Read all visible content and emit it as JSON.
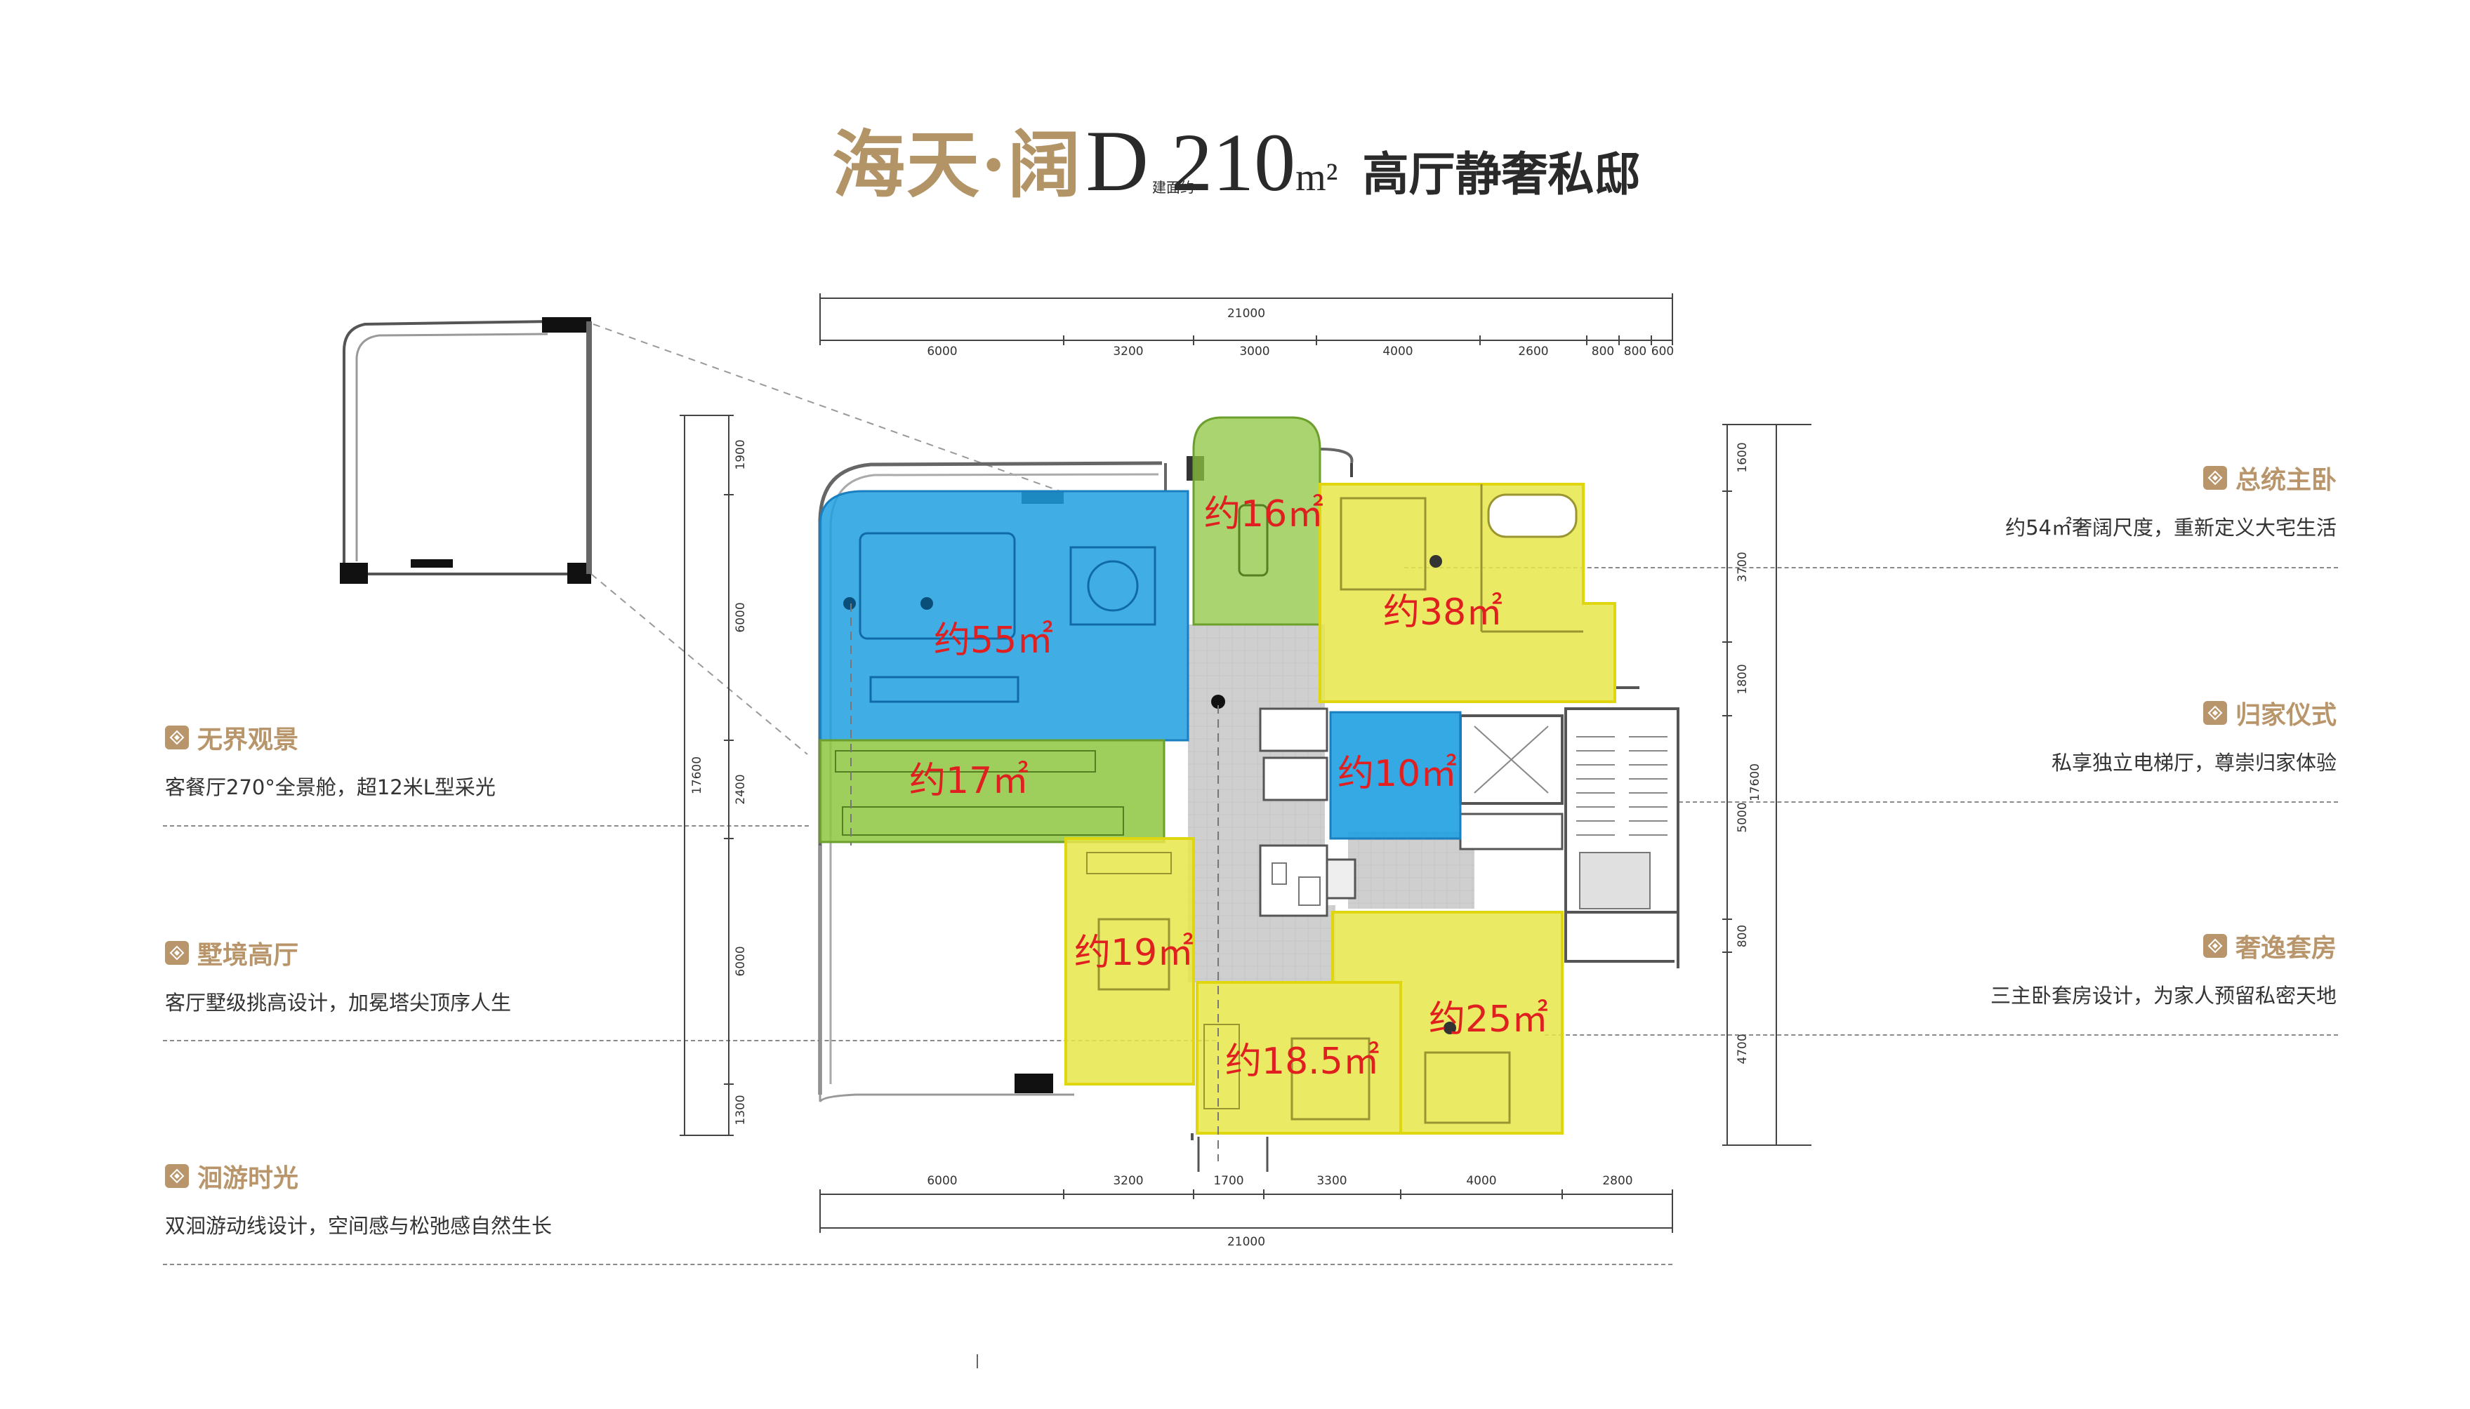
{
  "title": {
    "part1": "海天·阔",
    "part2": "D",
    "small": "建面约",
    "area_num": "210",
    "area_unit": "m²",
    "tagline": "高厅静奢私邸"
  },
  "features_left": [
    {
      "title": "无界观景",
      "desc": "客餐厅270°全景舱，超12米L型采光"
    },
    {
      "title": "墅境高厅",
      "desc": "客厅墅级挑高设计，加冕塔尖顶序人生"
    },
    {
      "title": "洄游时光",
      "desc": "双洄游动线设计，空间感与松弛感自然生长"
    }
  ],
  "features_right": [
    {
      "title": "总统主卧",
      "desc": "约54㎡奢阔尺度，重新定义大宅生活"
    },
    {
      "title": "归家仪式",
      "desc": "私享独立电梯厅，尊崇归家体验"
    },
    {
      "title": "奢逸套房",
      "desc": "三主卧套房设计，为家人预留私密天地"
    }
  ],
  "rooms": [
    {
      "label": "约55㎡"
    },
    {
      "label": "约16㎡"
    },
    {
      "label": "约38㎡"
    },
    {
      "label": "约17㎡"
    },
    {
      "label": "约10㎡"
    },
    {
      "label": "约19㎡"
    },
    {
      "label": "约25㎡"
    },
    {
      "label": "约18.5㎡"
    }
  ],
  "dimensions": {
    "top_total": "21000",
    "top_segments": [
      "6000",
      "3200",
      "3000",
      "4000",
      "2600",
      "800",
      "800",
      "600"
    ],
    "bottom_total": "21000",
    "bottom_segments": [
      "6000",
      "3200",
      "1700",
      "3300",
      "4000",
      "2800"
    ],
    "left_total": "17600",
    "left_segments": [
      "1900",
      "6000",
      "2400",
      "6000",
      "1300"
    ],
    "right_total": "17600",
    "right_segments": [
      "1600",
      "3700",
      "1800",
      "5000",
      "800",
      "4700"
    ]
  },
  "colors": {
    "gold": "#b8956a",
    "room_blue": "#1fa0e0",
    "room_green": "#8dc63f",
    "room_yellow": "#e8e64a",
    "label_red": "#e02020"
  }
}
